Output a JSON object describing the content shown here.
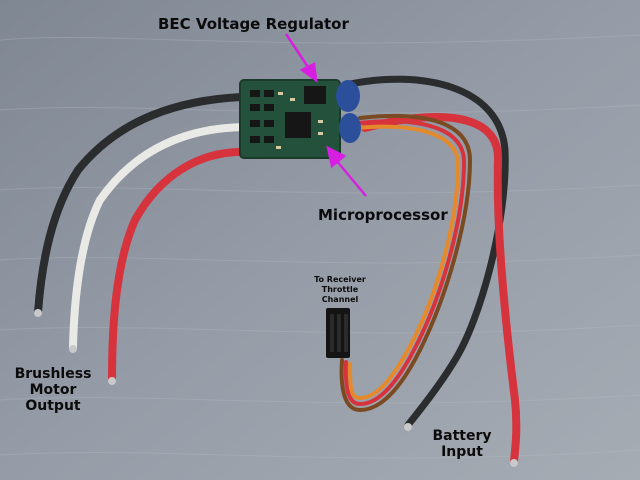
{
  "photo": {
    "subject": "brushless ESC circuit board with wires",
    "background_color": "#8f97a2",
    "wire_colors": {
      "black": "#2a2c2e",
      "white": "#e9e9e6",
      "red": "#d6333d",
      "orange": "#e58a2c",
      "brown": "#7a4a22",
      "board": "#24513b",
      "arrow": "#d61fe0"
    }
  },
  "labels": {
    "bec": "BEC Voltage Regulator",
    "microprocessor": "Microprocessor",
    "receiver": [
      "To Receiver",
      "Throttle",
      "Channel"
    ],
    "motor": [
      "Brushless",
      "Motor",
      "Output"
    ],
    "battery": [
      "Battery",
      "Input"
    ]
  }
}
